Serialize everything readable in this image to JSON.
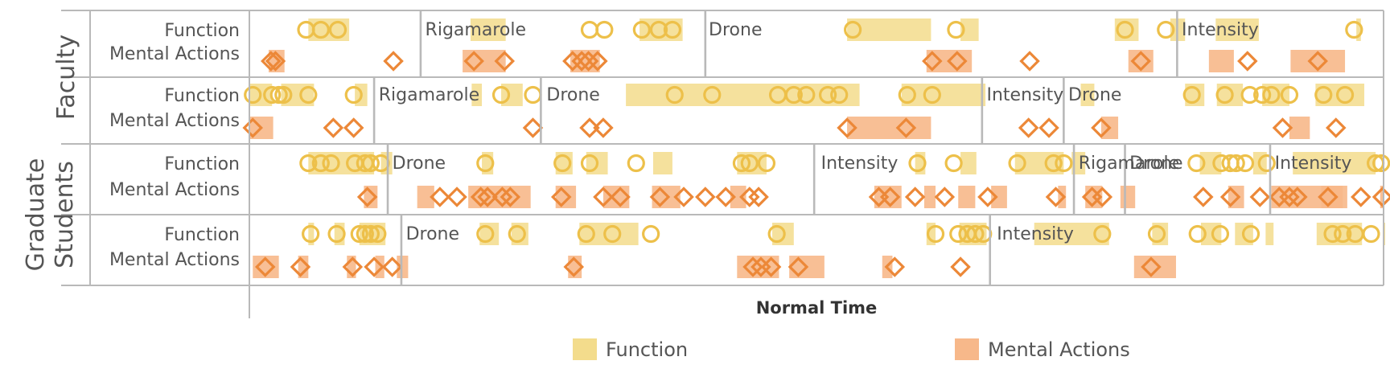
{
  "colors": {
    "function_band": "#F3DC8C",
    "function_marker": "#EDC04A",
    "mental_band": "#F7B88A",
    "mental_marker": "#EC8838",
    "grid": "#B9B9B9",
    "text": "#555555",
    "xlabel": "#333333"
  },
  "chart_data": {
    "type": "scatter",
    "xlabel": "Normal Time",
    "ylabel": "",
    "row_labels": [
      "Function",
      "Mental Actions"
    ],
    "groups": [
      {
        "label": "Faculty",
        "participant_rows": 2
      },
      {
        "label": "Graduate Students",
        "participant_rows": 2
      }
    ],
    "xlim": [
      0,
      1
    ],
    "legend": {
      "placement": "bottom",
      "entries": [
        "Function",
        "Mental Actions"
      ]
    },
    "markers": {
      "Function": "circle",
      "Mental Actions": "diamond"
    },
    "participants": [
      {
        "segment_boundaries": [
          0.151,
          0.402,
          0.818
        ],
        "segment_labels": [
          {
            "x": 0.155,
            "text": "Rigamarole"
          },
          {
            "x": 0.405,
            "text": "Drone"
          },
          {
            "x": 0.822,
            "text": "Intensity"
          }
        ],
        "function_bands": [
          [
            0.052,
            0.088
          ],
          [
            0.195,
            0.226
          ],
          [
            0.344,
            0.382
          ],
          [
            0.527,
            0.601
          ],
          [
            0.627,
            0.643
          ],
          [
            0.763,
            0.784
          ],
          [
            0.812,
            0.825
          ],
          [
            0.852,
            0.89
          ],
          [
            0.976,
            0.98
          ]
        ],
        "function_points": [
          0.05,
          0.063,
          0.078,
          0.3,
          0.313,
          0.346,
          0.361,
          0.373,
          0.532,
          0.623,
          0.772,
          0.808,
          0.974
        ],
        "mental_bands": [
          [
            0.017,
            0.031
          ],
          [
            0.188,
            0.226
          ],
          [
            0.283,
            0.309
          ],
          [
            0.597,
            0.637
          ],
          [
            0.775,
            0.797
          ],
          [
            0.846,
            0.868
          ],
          [
            0.918,
            0.966
          ]
        ],
        "mental_points": [
          0.019,
          0.023,
          0.127,
          0.198,
          0.225,
          0.285,
          0.293,
          0.299,
          0.307,
          0.602,
          0.624,
          0.688,
          0.786,
          0.88,
          0.942
        ]
      },
      {
        "segment_boundaries": [
          0.11,
          0.257,
          0.646,
          0.718
        ],
        "segment_labels": [
          {
            "x": 0.114,
            "text": "Rigamarole"
          },
          {
            "x": 0.262,
            "text": "Drone"
          },
          {
            "x": 0.65,
            "text": "Intensity"
          },
          {
            "x": 0.722,
            "text": "Drone"
          }
        ],
        "function_bands": [
          [
            0.0,
            0.02
          ],
          [
            0.028,
            0.057
          ],
          [
            0.093,
            0.104
          ],
          [
            0.196,
            0.205
          ],
          [
            0.222,
            0.241
          ],
          [
            0.332,
            0.538
          ],
          [
            0.575,
            0.649
          ],
          [
            0.733,
            0.745
          ],
          [
            0.825,
            0.842
          ],
          [
            0.853,
            0.876
          ],
          [
            0.893,
            0.917
          ],
          [
            0.94,
            0.983
          ]
        ],
        "function_points": [
          0.003,
          0.02,
          0.026,
          0.03,
          0.052,
          0.092,
          0.222,
          0.25,
          0.375,
          0.408,
          0.466,
          0.48,
          0.491,
          0.51,
          0.52,
          0.58,
          0.602,
          0.831,
          0.86,
          0.882,
          0.893,
          0.901,
          0.917,
          0.947,
          0.966
        ],
        "mental_bands": [
          [
            0.0,
            0.021
          ],
          [
            0.527,
            0.601
          ],
          [
            0.751,
            0.766
          ],
          [
            0.917,
            0.935
          ]
        ],
        "mental_points": [
          0.003,
          0.074,
          0.092,
          0.25,
          0.3,
          0.312,
          0.527,
          0.579,
          0.687,
          0.705,
          0.751,
          0.911,
          0.958
        ]
      },
      {
        "segment_boundaries": [
          0.122,
          0.498,
          0.727,
          0.772,
          0.9
        ],
        "segment_labels": [
          {
            "x": 0.126,
            "text": "Drone"
          },
          {
            "x": 0.504,
            "text": "Intensity"
          },
          {
            "x": 0.731,
            "text": "Rigamarole"
          },
          {
            "x": 0.776,
            "text": "Drone"
          },
          {
            "x": 0.904,
            "text": "Intensity"
          }
        ],
        "function_bands": [
          [
            0.052,
            0.11
          ],
          [
            0.116,
            0.126
          ],
          [
            0.205,
            0.215
          ],
          [
            0.27,
            0.285
          ],
          [
            0.297,
            0.316
          ],
          [
            0.356,
            0.373
          ],
          [
            0.43,
            0.456
          ],
          [
            0.587,
            0.596
          ],
          [
            0.627,
            0.641
          ],
          [
            0.675,
            0.718
          ],
          [
            0.725,
            0.737
          ],
          [
            0.838,
            0.857
          ],
          [
            0.885,
            0.897
          ],
          [
            0.92,
            0.993
          ]
        ],
        "function_points": [
          0.052,
          0.063,
          0.072,
          0.093,
          0.102,
          0.107,
          0.116,
          0.208,
          0.276,
          0.3,
          0.341,
          0.434,
          0.441,
          0.456,
          0.589,
          0.621,
          0.677,
          0.709,
          0.718,
          0.835,
          0.857,
          0.865,
          0.87,
          0.878,
          0.897,
          0.993,
          0.998
        ],
        "mental_bands": [
          [
            0.101,
            0.113
          ],
          [
            0.148,
            0.163
          ],
          [
            0.193,
            0.248
          ],
          [
            0.27,
            0.288
          ],
          [
            0.312,
            0.335
          ],
          [
            0.355,
            0.38
          ],
          [
            0.424,
            0.438
          ],
          [
            0.551,
            0.575
          ],
          [
            0.595,
            0.605
          ],
          [
            0.625,
            0.64
          ],
          [
            0.654,
            0.668
          ],
          [
            0.713,
            0.72
          ],
          [
            0.737,
            0.752
          ],
          [
            0.768,
            0.781
          ],
          [
            0.863,
            0.877
          ],
          [
            0.901,
            0.918
          ],
          [
            0.945,
            0.964
          ],
          [
            0.918,
            0.968
          ],
          [
            0.997,
            1.0
          ]
        ],
        "mental_points": [
          0.104,
          0.168,
          0.183,
          0.204,
          0.21,
          0.223,
          0.23,
          0.275,
          0.312,
          0.327,
          0.362,
          0.383,
          0.402,
          0.42,
          0.441,
          0.449,
          0.555,
          0.565,
          0.587,
          0.613,
          0.651,
          0.711,
          0.743,
          0.752,
          0.841,
          0.865,
          0.891,
          0.908,
          0.917,
          0.924,
          0.951,
          0.98,
          0.999
        ]
      },
      {
        "segment_boundaries": [
          0.134,
          0.653
        ],
        "segment_labels": [
          {
            "x": 0.138,
            "text": "Drone"
          },
          {
            "x": 0.659,
            "text": "Intensity"
          }
        ],
        "function_bands": [
          [
            0.052,
            0.057
          ],
          [
            0.075,
            0.084
          ],
          [
            0.097,
            0.12
          ],
          [
            0.203,
            0.22
          ],
          [
            0.231,
            0.246
          ],
          [
            0.291,
            0.343
          ],
          [
            0.461,
            0.48
          ],
          [
            0.597,
            0.605
          ],
          [
            0.626,
            0.65
          ],
          [
            0.692,
            0.758
          ],
          [
            0.796,
            0.81
          ],
          [
            0.839,
            0.857
          ],
          [
            0.869,
            0.885
          ],
          [
            0.896,
            0.903
          ],
          [
            0.941,
            0.981
          ],
          [
            1.0,
            1.0
          ]
        ],
        "function_points": [
          0.054,
          0.077,
          0.097,
          0.102,
          0.107,
          0.113,
          0.208,
          0.236,
          0.297,
          0.32,
          0.354,
          0.465,
          0.605,
          0.625,
          0.633,
          0.64,
          0.647,
          0.752,
          0.8,
          0.836,
          0.856,
          0.883,
          0.955,
          0.964,
          0.975,
          0.989
        ],
        "mental_bands": [
          [
            0.003,
            0.026
          ],
          [
            0.043,
            0.052
          ],
          [
            0.086,
            0.094
          ],
          [
            0.111,
            0.119
          ],
          [
            0.13,
            0.14
          ],
          [
            0.281,
            0.293
          ],
          [
            0.43,
            0.467
          ],
          [
            0.476,
            0.507
          ],
          [
            0.558,
            0.567
          ],
          [
            0.78,
            0.817
          ]
        ],
        "mental_points": [
          0.014,
          0.045,
          0.091,
          0.11,
          0.126,
          0.286,
          0.444,
          0.451,
          0.46,
          0.484,
          0.569,
          0.627,
          0.795
        ]
      }
    ]
  }
}
